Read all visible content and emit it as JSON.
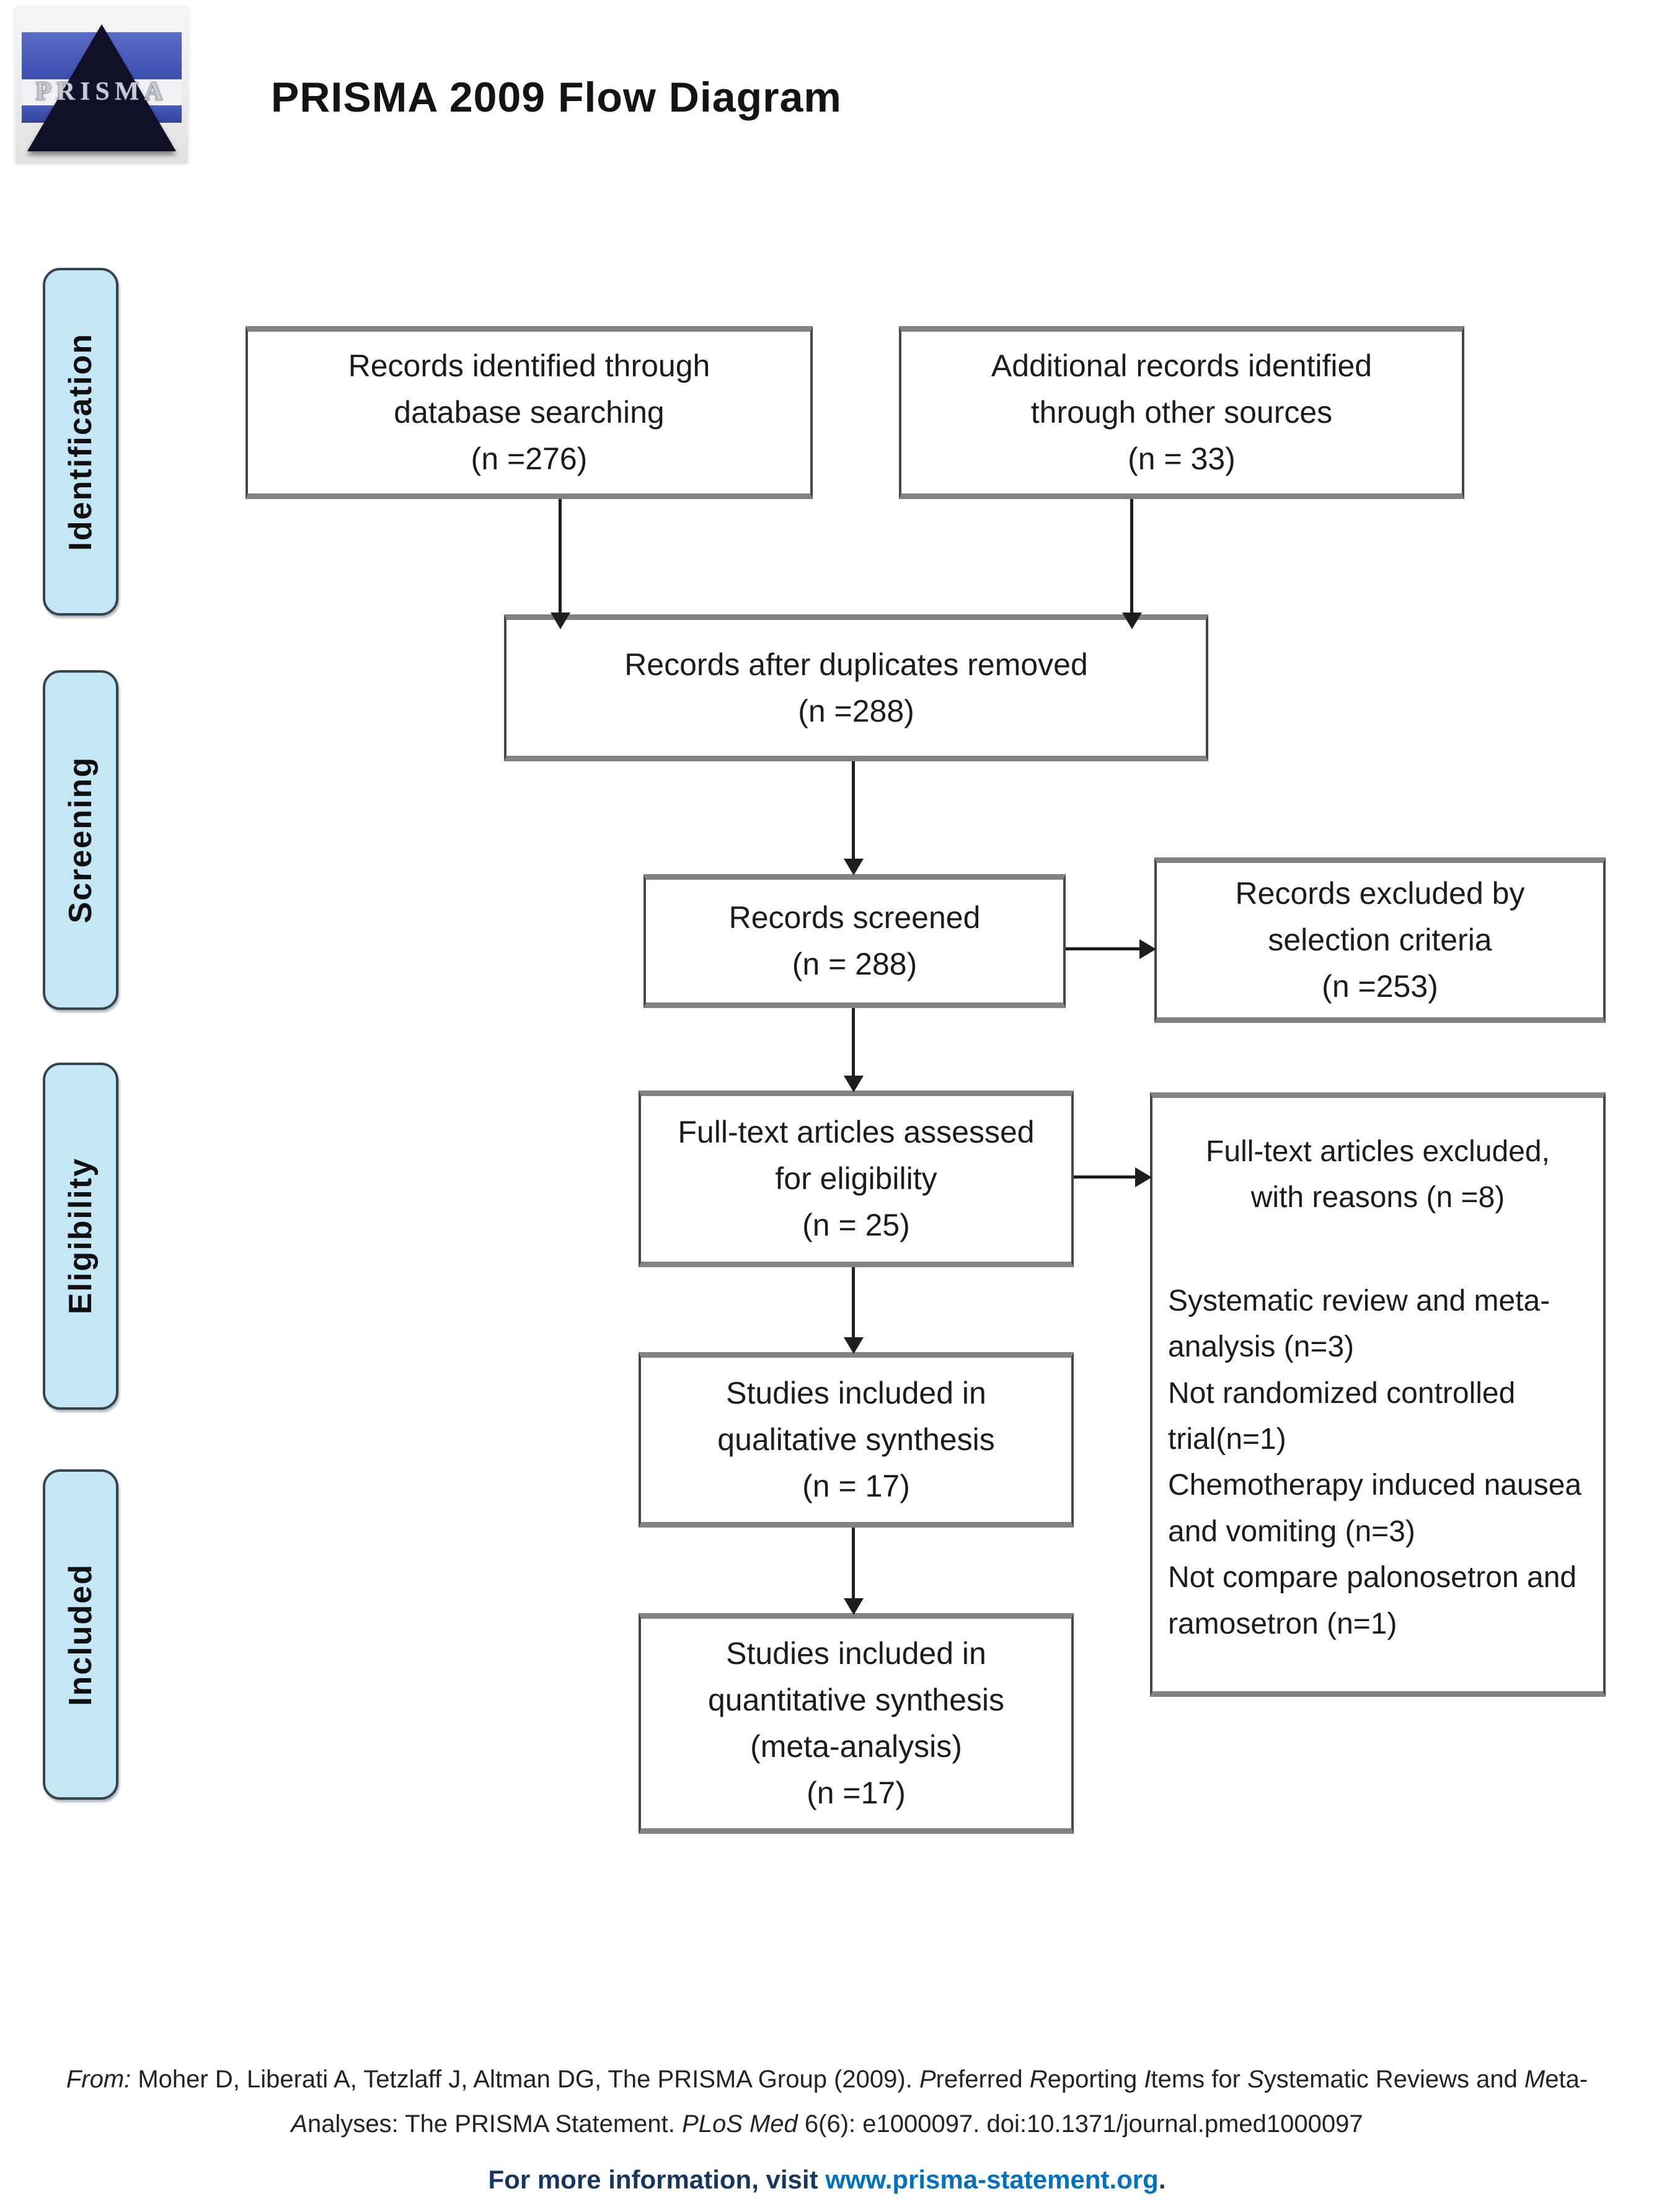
{
  "page": {
    "title": "PRISMA 2009 Flow Diagram"
  },
  "logo": {
    "text": "PRISMA"
  },
  "stages": [
    {
      "label": "Identification"
    },
    {
      "label": "Screening"
    },
    {
      "label": "Eligibility"
    },
    {
      "label": "Included"
    }
  ],
  "boxes": {
    "identified": {
      "lines": [
        "Records identified through",
        "database searching",
        "(n =276)"
      ]
    },
    "additional": {
      "lines": [
        "Additional records identified",
        "through other sources",
        "(n = 33)"
      ]
    },
    "duplicates": {
      "lines": [
        "Records after duplicates removed",
        "(n =288)"
      ]
    },
    "screened": {
      "lines": [
        "Records screened",
        "(n = 288)"
      ]
    },
    "excluded": {
      "lines": [
        "Records excluded by",
        "selection criteria",
        "(n =253)"
      ]
    },
    "fulltext": {
      "lines": [
        "Full-text articles assessed",
        "for eligibility",
        "(n = 25)"
      ]
    },
    "fulltext_excluded": {
      "header_lines": [
        "Full-text articles excluded,",
        "with reasons (n =8)"
      ],
      "reasons": [
        "Systematic review and meta-analysis (n=3)",
        "Not randomized controlled trial(n=1)",
        "Chemotherapy induced nausea and vomiting (n=3)",
        "Not compare palonosetron and ramosetron (n=1)"
      ]
    },
    "qualitative": {
      "lines": [
        "Studies included in",
        "qualitative synthesis",
        "(n = 17)"
      ]
    },
    "quantitative": {
      "lines": [
        "Studies included in",
        "quantitative synthesis",
        "(meta-analysis)",
        "(n =17)"
      ]
    }
  },
  "citation": {
    "line1_segments": [
      {
        "t": "From:",
        "i": true
      },
      {
        "t": "  Moher D, Liberati A, Tetzlaff J, Altman DG, The PRISMA Group (2009). ",
        "i": false
      },
      {
        "t": "P",
        "i": true
      },
      {
        "t": "referred ",
        "i": false
      },
      {
        "t": "R",
        "i": true
      },
      {
        "t": "eporting ",
        "i": false
      },
      {
        "t": "I",
        "i": true
      },
      {
        "t": "tems for ",
        "i": false
      },
      {
        "t": "S",
        "i": true
      },
      {
        "t": "ystematic Reviews and ",
        "i": false
      },
      {
        "t": "M",
        "i": true
      },
      {
        "t": "eta-",
        "i": false
      }
    ],
    "line2_segments": [
      {
        "t": "A",
        "i": true
      },
      {
        "t": "nalyses: The PRISMA Statement. ",
        "i": false
      },
      {
        "t": "PLoS Med",
        "i": true
      },
      {
        "t": " 6(6): e1000097. doi:10.1371/journal.pmed1000097",
        "i": false
      }
    ]
  },
  "footer": {
    "prefix": "For more information, visit ",
    "link": "www.prisma-statement.org",
    "suffix": "."
  },
  "colors": {
    "stage_fill": "#c5e6f5",
    "stage_border": "#35444e",
    "box_border_gray": "#828282",
    "box_border_dark": "#474747",
    "arrow_black": "#1e1e1e",
    "footer_navy": "#17375e",
    "link_blue": "#0070c0",
    "logo_blue": "#3c4fae",
    "logo_dark": "#101028"
  }
}
